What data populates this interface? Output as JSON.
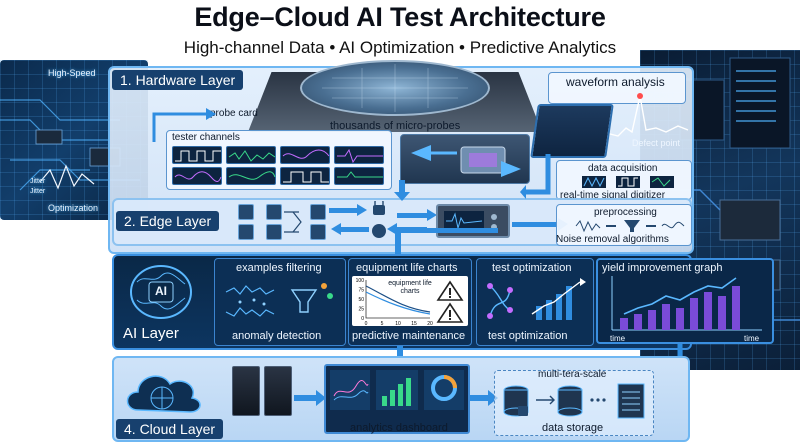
{
  "header": {
    "title": "Edge–Cloud AI Test Architecture",
    "subtitle": "High-channel Data • AI Optimization • Predictive Analytics"
  },
  "background": {
    "left_top_label": "High-Speed",
    "left_bottom_label": "Optimization",
    "left_micro_label_1": "Jitter",
    "left_micro_label_2": "Jitter"
  },
  "hardware_layer": {
    "label": "1. Hardware Layer",
    "probe_card": "probe card",
    "micro_probes": "thousands of micro-probes",
    "tester_channels": "tester channels",
    "waveform_analysis": "waveform analysis",
    "defect": "Defect",
    "defect_point": "Defect point"
  },
  "edge_layer": {
    "label": "2. Edge Layer",
    "data_acquisition": "data acquisition",
    "digitizer": "real-time signal digitizer",
    "preprocessing": "preprocessing",
    "noise_removal": "Noise removal algorithms"
  },
  "ai_layer": {
    "label": "AI Layer",
    "badge": "AI",
    "examples_filtering": "examples filtering",
    "anomaly_detection": "anomaly detection",
    "equipment_life_charts": "equipment life charts",
    "equipment_life_inner": "equipment life charts",
    "predictive_maintenance": "predictive maintenance",
    "test_optimization_top": "test optimization",
    "test_optimization_bottom": "test optimization",
    "yield_graph": "yield improvement graph",
    "time_label_1": "time",
    "time_label_2": "time",
    "life_chart_y_ticks": [
      "100",
      "75",
      "50",
      "25",
      "0"
    ],
    "life_chart_x_ticks": [
      "0",
      "5",
      "10",
      "15",
      "20"
    ]
  },
  "cloud_layer": {
    "label": "4. Cloud Layer",
    "analytics_dashboard": "analytics dashboard",
    "multi_tera_scale": "multi-tera-scale",
    "data_storage": "data storage"
  },
  "colors": {
    "accent_blue": "#2f8de0",
    "dark_navy": "#0a2847",
    "alert_orange": "#f3a23a",
    "purple_wave": "#c36cff",
    "green_wave": "#39d98a"
  }
}
